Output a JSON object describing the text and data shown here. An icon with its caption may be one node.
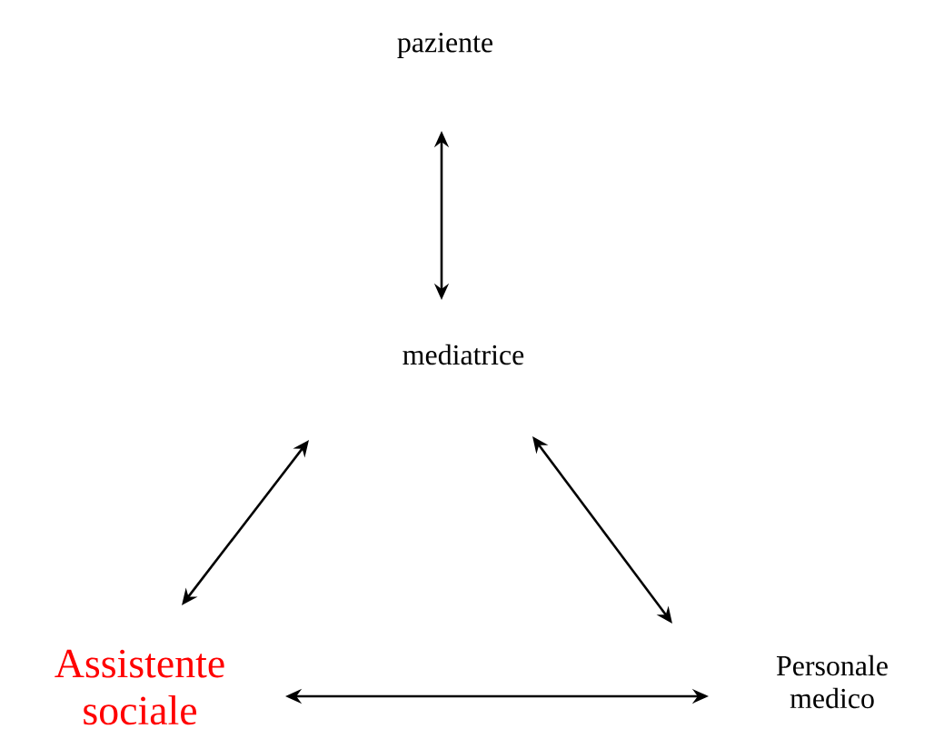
{
  "diagram": {
    "nodes": [
      {
        "text": [
          "paziente"
        ]
      },
      {
        "text": [
          "mediatrice"
        ]
      },
      {
        "text": [
          "Assistente sociale"
        ]
      },
      {
        "text": [
          "Personale medico"
        ]
      }
    ],
    "edges": [
      {
        "from": 0,
        "to": 1,
        "arrow": "both"
      },
      {
        "from": 1,
        "to": 2,
        "arrow": "both"
      },
      {
        "from": 1,
        "to": 3,
        "arrow": "both"
      },
      {
        "from": 2,
        "to": 3,
        "arrow": "both"
      }
    ]
  }
}
